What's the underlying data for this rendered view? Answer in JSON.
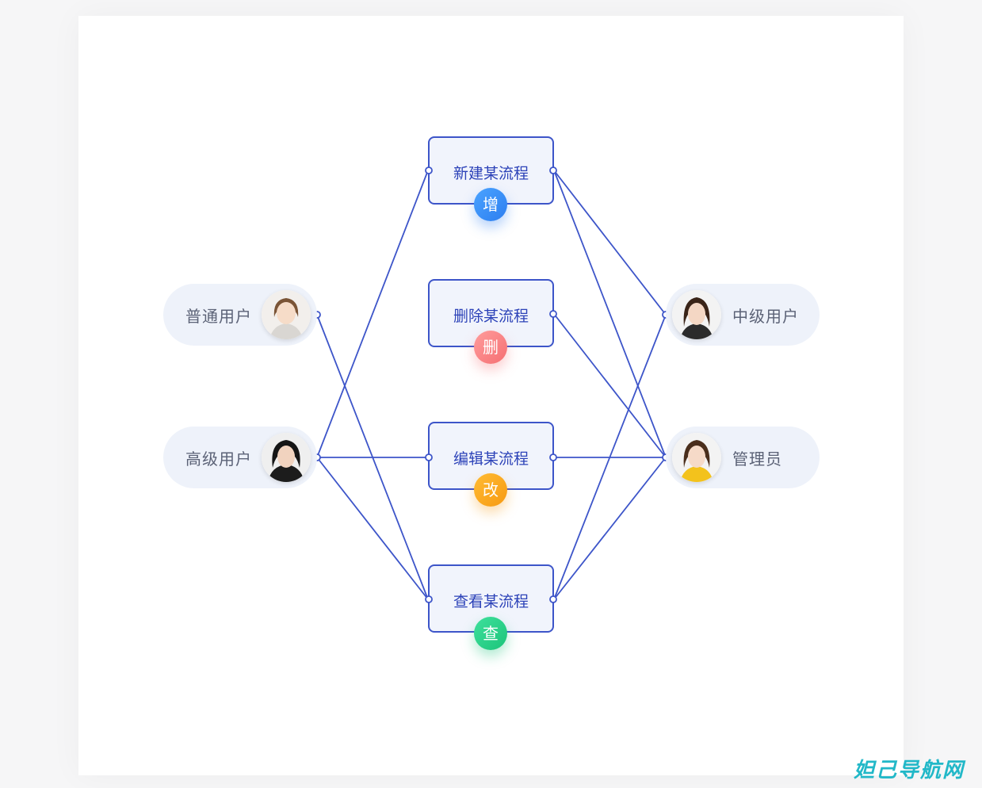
{
  "users": {
    "normal": {
      "label": "普通用户"
    },
    "senior": {
      "label": "高级用户"
    },
    "middle": {
      "label": "中级用户"
    },
    "admin": {
      "label": "管理员"
    }
  },
  "processes": [
    {
      "label": "新建某流程",
      "badge": "增",
      "badge_color": "#2d7ef0"
    },
    {
      "label": "删除某流程",
      "badge": "删",
      "badge_color": "#f56f72"
    },
    {
      "label": "编辑某流程",
      "badge": "改",
      "badge_color": "#f79a12"
    },
    {
      "label": "查看某流程",
      "badge": "查",
      "badge_color": "#1cc47a"
    }
  ],
  "colors": {
    "line": "#3d55c9",
    "pill_bg": "#eef2fa",
    "process_bg": "#f1f4fc"
  },
  "watermark": "妲己导航网"
}
